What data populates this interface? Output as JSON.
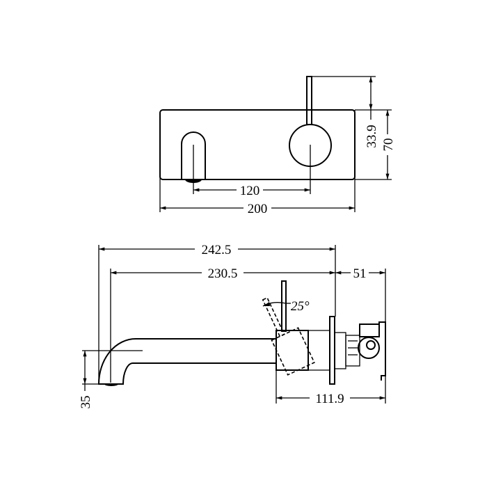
{
  "front_view": {
    "dimensions": {
      "spout_to_handle_centres": "120",
      "plate_width": "200",
      "handle_above_plate": "33.9",
      "plate_height": "70"
    }
  },
  "side_view": {
    "dimensions": {
      "overall_projection": "242.5",
      "spout_projection": "230.5",
      "wall_body_depth": "51",
      "handle_rotation": "25°",
      "spout_drop": "35",
      "body_to_rear": "111.9"
    }
  }
}
